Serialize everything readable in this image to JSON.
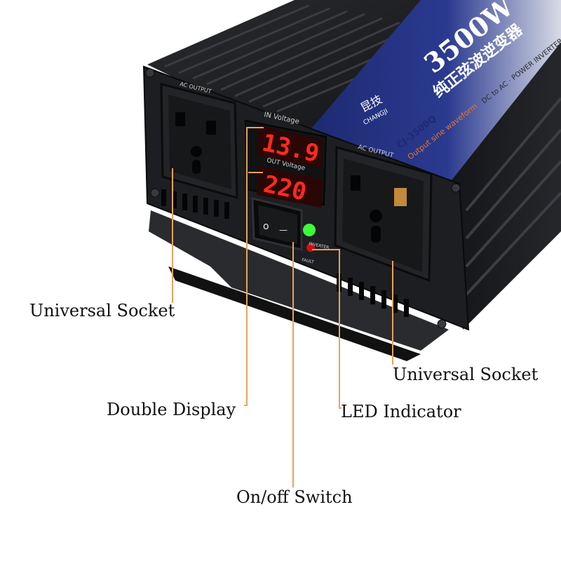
{
  "product": {
    "power_rating": "3500W",
    "chinese_title": "纯正弦波逆变器",
    "brand_cn": "昆技",
    "brand_en": "CHANGJI",
    "model": "CJ-3500Q",
    "waveform_text": "Output sine waveform",
    "side_text": "DC to AC · POWER INVERTER",
    "brand_color": "#1d2a72",
    "accent_color": "#e8752a"
  },
  "panel": {
    "left_socket_label": "AC OUTPUT",
    "right_socket_label": "AC OUTPUT",
    "in_voltage_label": "IN Voltage",
    "out_voltage_label": "OUT Voltage",
    "in_voltage_value": "13.9",
    "out_voltage_value": "220",
    "led_labels": [
      "INVERTER",
      "FAULT"
    ],
    "switch_symbols": [
      "o",
      "—"
    ],
    "display_color": "#ff2a1f",
    "led_green": "#3cff3c",
    "led_red": "#cc1010"
  },
  "callouts": {
    "left_socket": "Universal Socket",
    "right_socket": "Universal Socket",
    "double_display": "Double Display",
    "led_indicator": "LED Indicator",
    "on_off_switch": "On/off Switch",
    "line_color": "#e9a25c"
  }
}
